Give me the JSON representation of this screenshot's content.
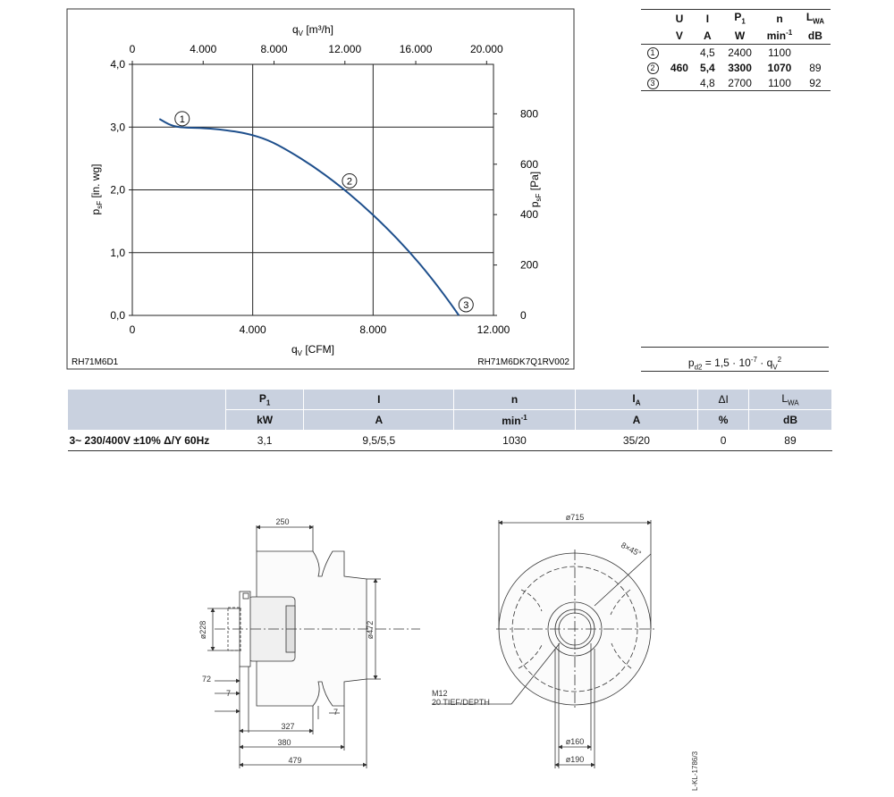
{
  "chart_data": {
    "type": "line",
    "title": "",
    "x_top_label": "q",
    "x_top_sub": "V",
    "x_top_unit": "[m³/h]",
    "x_top_ticks": [
      "0",
      "4.000",
      "8.000",
      "12.000",
      "16.000",
      "20.000"
    ],
    "x_top_range": [
      0,
      20000
    ],
    "x_bottom_label": "q",
    "x_bottom_sub": "V",
    "x_bottom_unit": "[CFM]",
    "x_bottom_ticks": [
      "0",
      "4.000",
      "8.000",
      "12.000"
    ],
    "x_range_cfm": [
      0,
      12000
    ],
    "y_left_label": "p",
    "y_left_sub": "sF",
    "y_left_unit": "[in. wg]",
    "y_left_ticks": [
      "0,0",
      "1,0",
      "2,0",
      "3,0",
      "4,0"
    ],
    "y_left_range": [
      0,
      4
    ],
    "y_right_label": "p",
    "y_right_sub": "sF",
    "y_right_unit": "[Pa]",
    "y_right_ticks": [
      "0",
      "200",
      "400",
      "600",
      "800"
    ],
    "grid": true,
    "series": [
      {
        "color": "#1e4f8c",
        "x_cfm": [
          900,
          1300,
          1700,
          2200,
          3000,
          3800,
          4500,
          5200,
          6000,
          6800,
          7600,
          8400,
          9200,
          9900,
          10500,
          10850
        ],
        "y_inwg": [
          3.13,
          3.02,
          2.99,
          2.99,
          2.96,
          2.9,
          2.8,
          2.62,
          2.38,
          2.1,
          1.78,
          1.42,
          1.02,
          0.62,
          0.24,
          0.0
        ]
      }
    ],
    "markers": [
      {
        "label": "1",
        "x_cfm": 1300,
        "y_inwg": 3.02
      },
      {
        "label": "2",
        "x_cfm": 6800,
        "y_inwg": 2.1
      },
      {
        "label": "3",
        "x_cfm": 10850,
        "y_inwg": 0.0
      }
    ],
    "code_left": "RH71M6D1",
    "code_right": "RH71M6DK7Q1RV002"
  },
  "operating_points": {
    "headers": [
      "U",
      "I",
      "P",
      "n",
      "L"
    ],
    "header_subs": [
      "",
      "",
      "1",
      "",
      "WA"
    ],
    "units": [
      "V",
      "A",
      "W",
      "min",
      "dB"
    ],
    "unit_sups": [
      "",
      "",
      "",
      "-1",
      ""
    ],
    "rows": [
      {
        "point": "1",
        "U": "",
        "I": "4,5",
        "P": "2400",
        "n": "1100",
        "L": "",
        "bold": false
      },
      {
        "point": "2",
        "U": "460",
        "I": "5,4",
        "P": "3300",
        "n": "1070",
        "L": "89",
        "bold": true
      },
      {
        "point": "3",
        "U": "",
        "I": "4,8",
        "P": "2700",
        "n": "1100",
        "L": "92",
        "bold": false
      }
    ]
  },
  "formula": {
    "lhs": "p",
    "lhs_sub": "d2",
    "eq": " = 1,5 · 10",
    "exp": "-7",
    "mid": " · q",
    "q_sub": "V",
    "q_exp": "2"
  },
  "motor": {
    "headers": [
      "P",
      "I",
      "n",
      "I",
      "ΔI",
      "L"
    ],
    "header_subs": [
      "1",
      "",
      "",
      "A",
      "",
      "WA"
    ],
    "units": [
      "kW",
      "A",
      "min",
      "A",
      "%",
      "dB"
    ],
    "unit_sups": [
      "",
      "",
      "-1",
      "",
      "",
      ""
    ],
    "row_label": "3~ 230/400V ±10% Δ/Y 60Hz",
    "values": [
      "3,1",
      "9,5/5,5",
      "1030",
      "35/20",
      "0",
      "89"
    ]
  },
  "drawing": {
    "side_dims": {
      "width_top": "250",
      "dia_inlet": "ø228",
      "dia_outlet": "ø472",
      "d72": "72",
      "d7a": "7",
      "d7b": "7",
      "d327": "327",
      "d380": "380",
      "d479": "479"
    },
    "front_dims": {
      "dia_outer": "ø715",
      "holes": "8×45°",
      "thread": "M12",
      "depth": "20 TIEF/DEPTH",
      "dia160": "ø160",
      "dia190": "ø190"
    },
    "doc_code": "L-KL-1786/3"
  }
}
